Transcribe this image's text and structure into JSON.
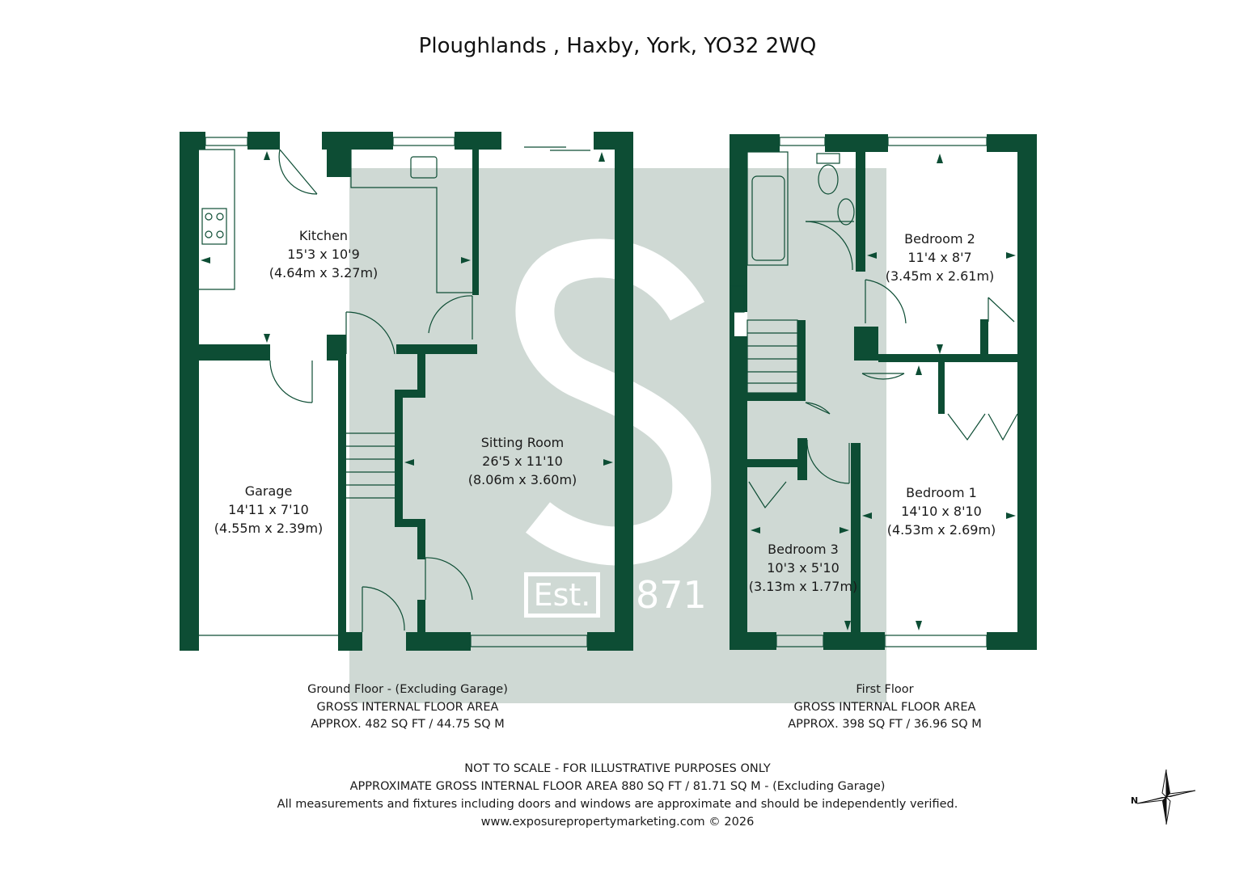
{
  "title": "Ploughlands , Haxby, York, YO32 2WQ",
  "colors": {
    "wall": "#0d4d34",
    "watermark": "#cfd9d4"
  },
  "watermark": {
    "letter": "S",
    "est": "Est.",
    "year": "871"
  },
  "rooms": {
    "kitchen": {
      "name": "Kitchen",
      "imperial": "15'3 x 10'9",
      "metric": "(4.64m x 3.27m)"
    },
    "sitting": {
      "name": "Sitting Room",
      "imperial": "26'5 x 11'10",
      "metric": "(8.06m x 3.60m)"
    },
    "garage": {
      "name": "Garage",
      "imperial": "14'11 x 7'10",
      "metric": "(4.55m x 2.39m)"
    },
    "bedroom2": {
      "name": "Bedroom 2",
      "imperial": "11'4 x 8'7",
      "metric": "(3.45m x 2.61m)"
    },
    "bedroom1": {
      "name": "Bedroom 1",
      "imperial": "14'10 x 8'10",
      "metric": "(4.53m x 2.69m)"
    },
    "bedroom3": {
      "name": "Bedroom 3",
      "imperial": "10'3 x 5'10",
      "metric": "(3.13m x 1.77m)"
    }
  },
  "floors": {
    "ground": {
      "name": "Ground Floor - (Excluding Garage)",
      "gia": "GROSS INTERNAL FLOOR AREA",
      "area": "APPROX. 482 SQ FT / 44.75 SQ M"
    },
    "first": {
      "name": "First Floor",
      "gia": "GROSS INTERNAL FLOOR AREA",
      "area": "APPROX. 398 SQ FT / 36.96 SQ M"
    }
  },
  "footer": {
    "line1": "NOT TO SCALE - FOR ILLUSTRATIVE PURPOSES ONLY",
    "line2": "APPROXIMATE GROSS INTERNAL FLOOR AREA 880 SQ FT / 81.71 SQ M - (Excluding Garage)",
    "line3": "All measurements and fixtures including doors and windows are approximate and should be independently verified.",
    "line4": "www.exposurepropertymarketing.com © 2026"
  },
  "compass": {
    "label": "N",
    "icon": "compass-star-icon"
  }
}
